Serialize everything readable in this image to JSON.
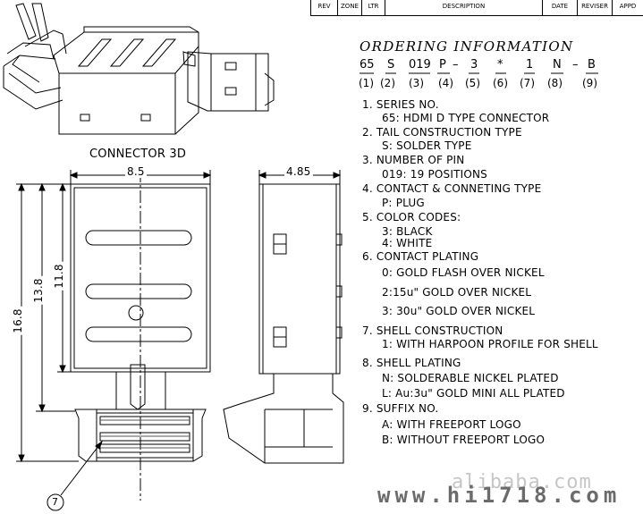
{
  "rev_table": [
    "REV",
    "ZONE",
    "LTR",
    "DESCRIPTION",
    "DATE",
    "REVISER",
    "APPD"
  ],
  "ordering_title": "ORDERING INFORMATION",
  "code_parts": [
    "65",
    "S",
    "019",
    "P",
    "–",
    "3",
    "*",
    "1",
    "N",
    "–",
    "B"
  ],
  "code_numbers": [
    "(1)",
    "(2)",
    "(3)",
    "(4)",
    "(5)",
    "(6)",
    "(7)",
    "(8)",
    "(9)"
  ],
  "spec": [
    {
      "head": "1.  SERIES NO.",
      "lines": [
        "65: HDMI D TYPE   CONNECTOR"
      ]
    },
    {
      "head": "2.  TAIL CONSTRUCTION TYPE",
      "lines": [
        "S: SOLDER TYPE"
      ]
    },
    {
      "head": "3.  NUMBER OF PIN",
      "lines": [
        "019: 19 POSITIONS"
      ]
    },
    {
      "head": "4.  CONTACT  &  CONNETING TYPE",
      "lines": [
        "P: PLUG"
      ]
    },
    {
      "head": "5.  COLOR CODES:",
      "lines": [
        "3: BLACK",
        "4: WHITE"
      ]
    },
    {
      "head": "6.  CONTACT PLATING",
      "lines": [
        "0: GOLD FLASH OVER NICKEL",
        "2:15u\" GOLD OVER NICKEL",
        "3: 30u\" GOLD OVER NICKEL"
      ]
    },
    {
      "head": "7.  SHELL CONSTRUCTION",
      "lines": [
        "1:     WITH HARPOON PROFILE FOR SHELL"
      ]
    },
    {
      "head": "8.  SHELL PLATING",
      "lines": [
        "N: SOLDERABLE NICKEL PLATED",
        "L: Au:3u\" GOLD MINI ALL PLATED"
      ]
    },
    {
      "head": "9.  SUFFIX NO.",
      "lines": [
        "A: WITH FREEPORT LOGO",
        "B: WITHOUT FREEPORT LOGO"
      ]
    }
  ],
  "labels": {
    "connector_3d": "CONNECTOR 3D",
    "dim_width": "8.5",
    "dim_depth": "4.85",
    "dim_16_8": "16.8",
    "dim_13_8": "13.8",
    "dim_11_8": "11.8",
    "balloon": "7"
  },
  "watermark": {
    "top": "alibaba.com",
    "bottom": "www.hi1718.com"
  }
}
